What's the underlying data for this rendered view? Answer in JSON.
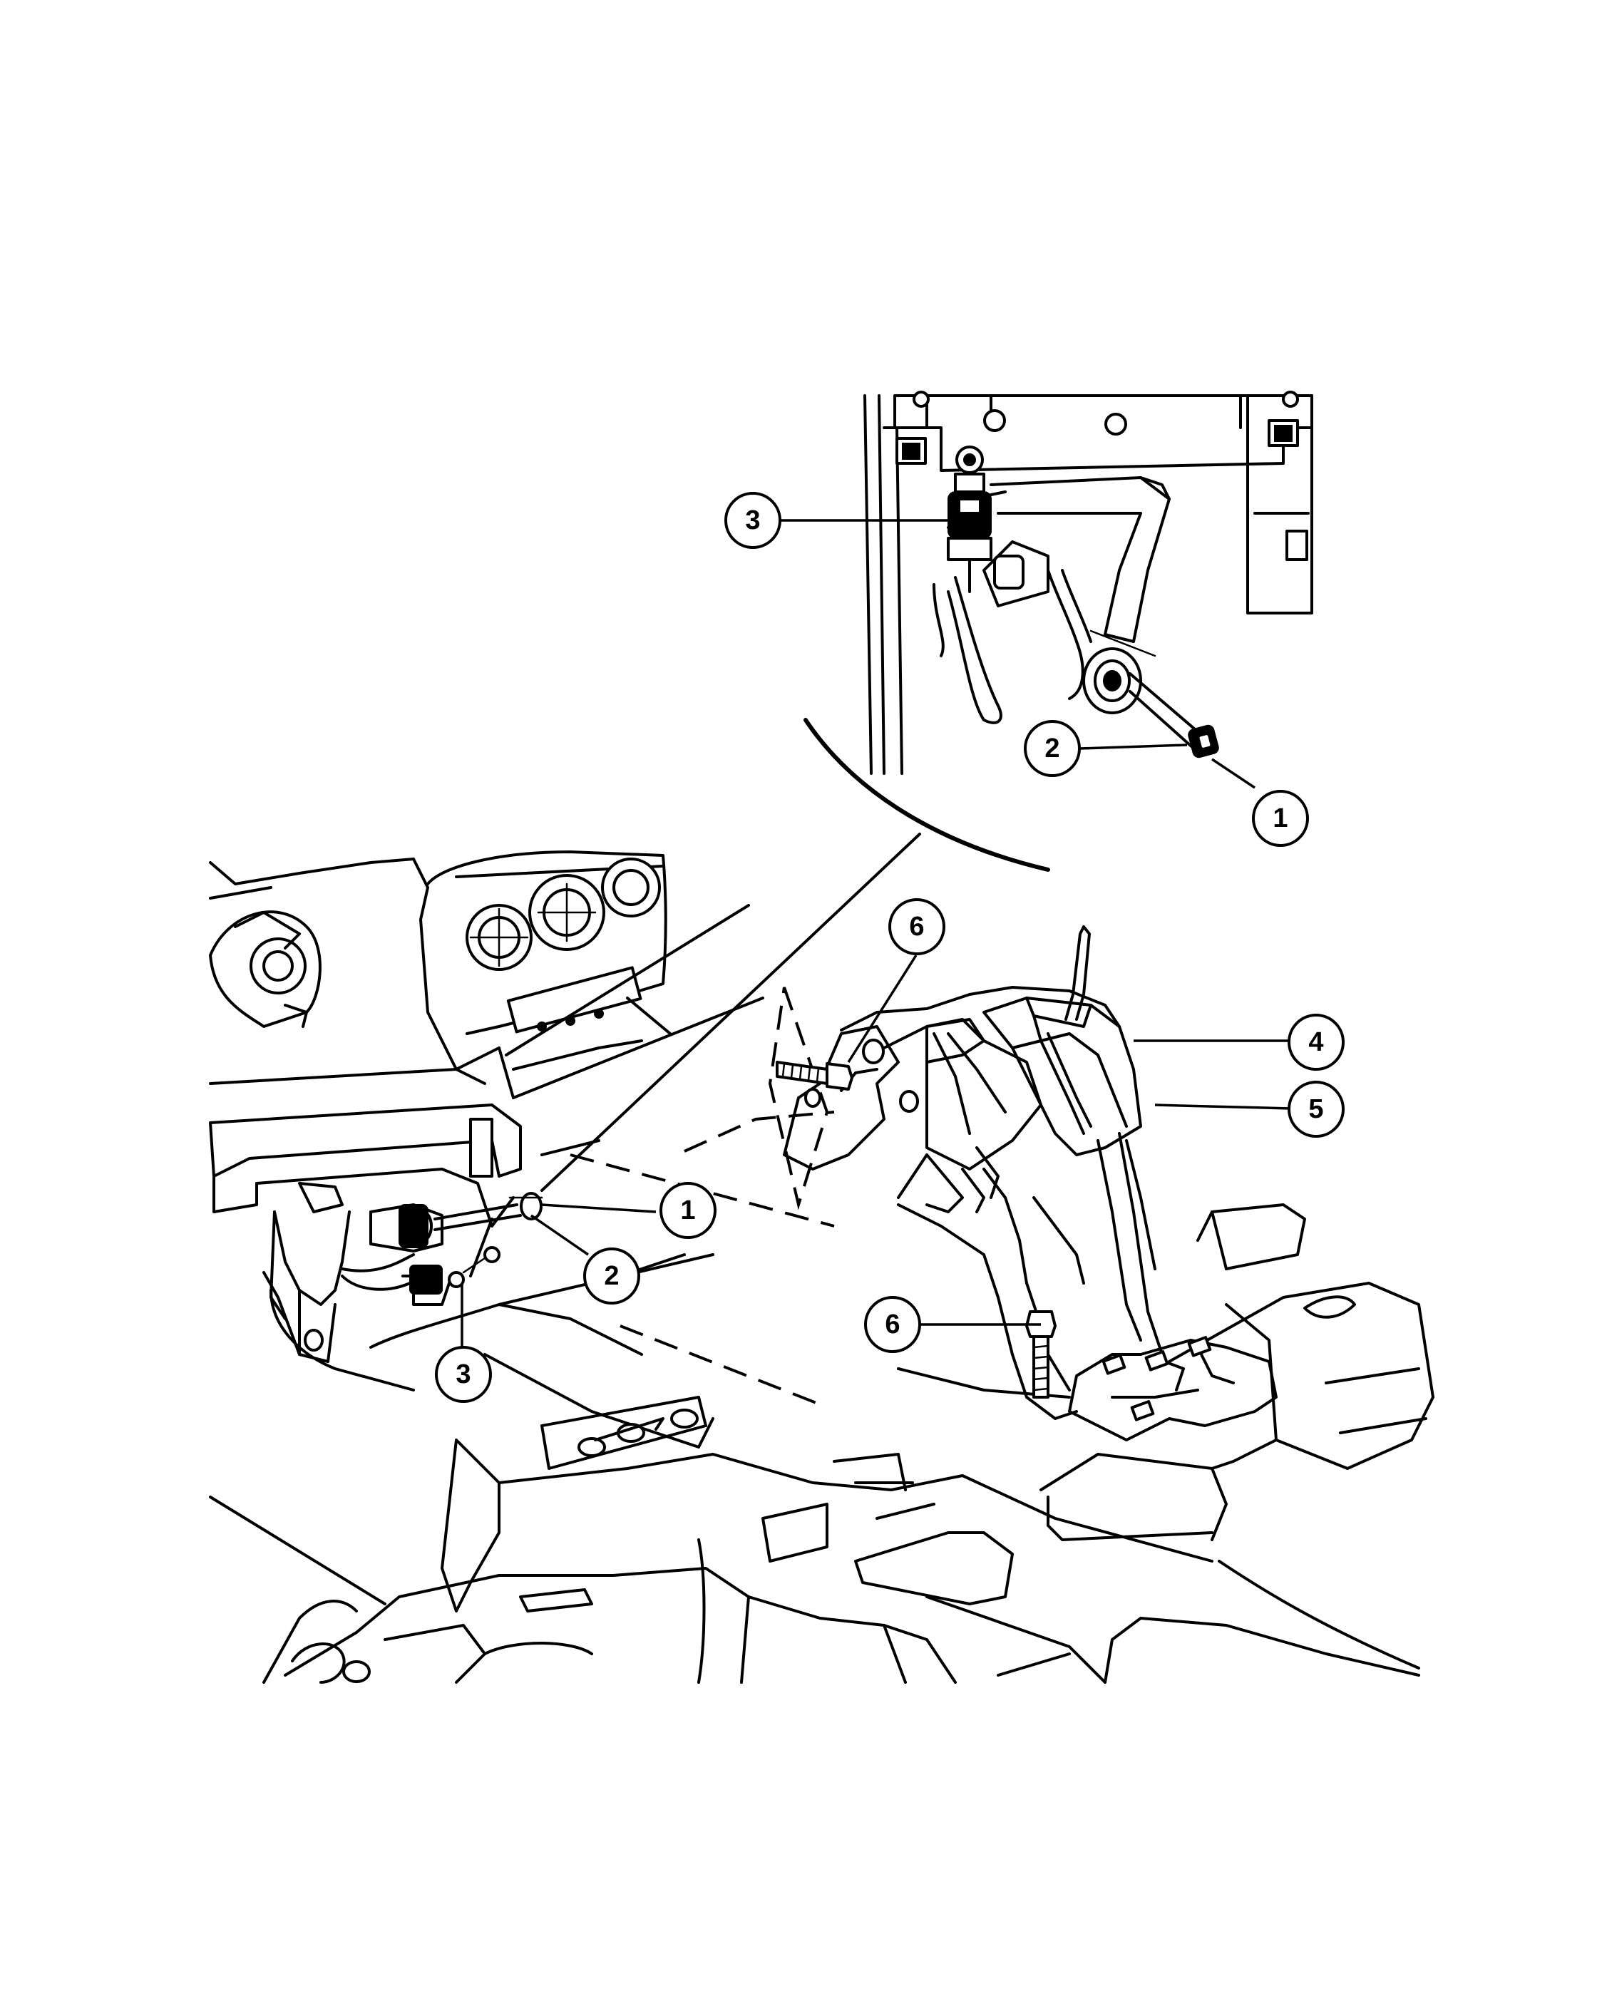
{
  "callouts": {
    "c1_top": "1",
    "c2_top": "2",
    "c3_top": "3",
    "c1_main": "1",
    "c2_main": "2",
    "c3_main": "3",
    "c4": "4",
    "c5": "5",
    "c6_top": "6",
    "c6_bottom": "6"
  }
}
